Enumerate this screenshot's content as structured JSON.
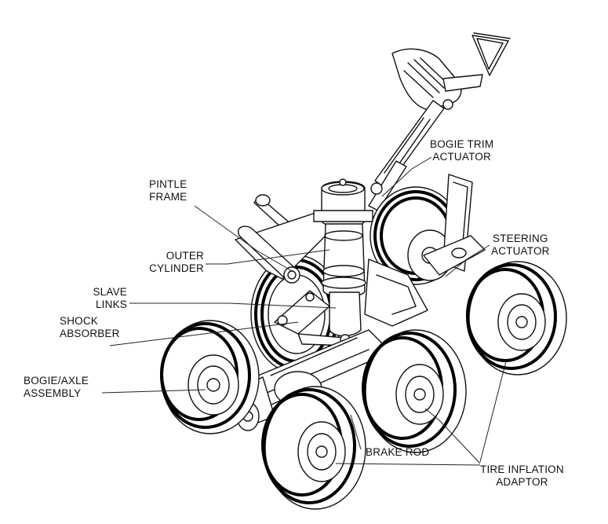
{
  "labels": {
    "bogie_trim": [
      "BOGIE TRIM",
      "ACTUATOR"
    ],
    "pintle": [
      "PINTLE",
      "FRAME"
    ],
    "steering": [
      "STEERING",
      "ACTUATOR"
    ],
    "outer_cylinder": [
      "OUTER",
      "CYLINDER"
    ],
    "slave_links": [
      "SLAVE",
      "LINKS"
    ],
    "shock_absorber": [
      "SHOCK",
      "ABSORBER"
    ],
    "bogie_axle": [
      "BOGIE/AXLE",
      "ASSEMBLY"
    ],
    "brake_rod": [
      "BRAKE ROD"
    ],
    "tire_inflation": [
      "TIRE INFLATION",
      "ADAPTOR"
    ]
  },
  "colors": {
    "line": "#111111",
    "leader": "#222222",
    "tire_tread": "#000000",
    "background": "#ffffff"
  }
}
